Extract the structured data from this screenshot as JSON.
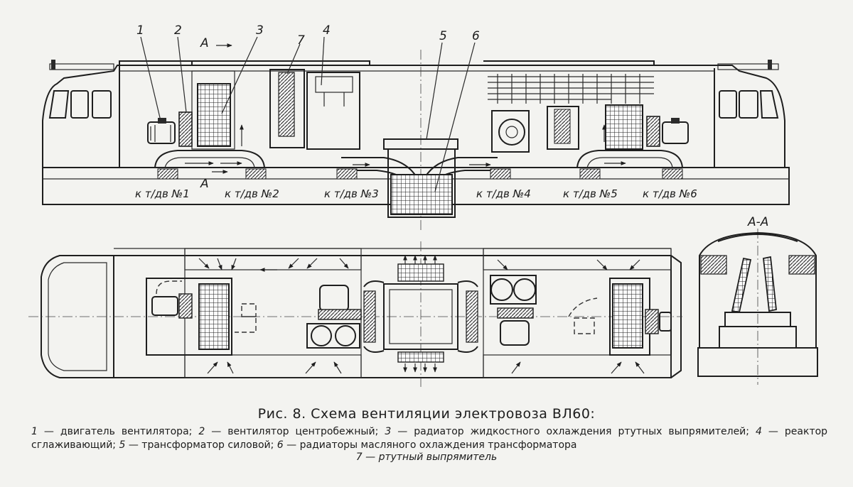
{
  "labels": {
    "callouts": [
      "1",
      "2",
      "3",
      "7",
      "4",
      "5",
      "6"
    ],
    "section_mark": "А",
    "section_title": "А-А",
    "traction_motors": [
      "к т/дв №1",
      "к т/дв №2",
      "к т/дв №3",
      "к т/дв №4",
      "к т/дв №5",
      "к т/дв №6"
    ]
  },
  "caption": {
    "title": "Рис. 8. Схема вентиляции электровоза ВЛ60:",
    "legend": [
      {
        "num": "1",
        "text": "двигатель вентилятора;"
      },
      {
        "num": "2",
        "text": "вентилятор центробежный;"
      },
      {
        "num": "3",
        "text": "радиатор жидкостного охлаждения ртутных выпрямителей;"
      },
      {
        "num": "4",
        "text": "реактор сглаживающий;"
      },
      {
        "num": "5",
        "text": "трансформатор силовой;"
      },
      {
        "num": "6",
        "text": "радиаторы масляного охлаждения трансформатора"
      }
    ],
    "legend_last": "7 — ртутный выпрямитель"
  }
}
